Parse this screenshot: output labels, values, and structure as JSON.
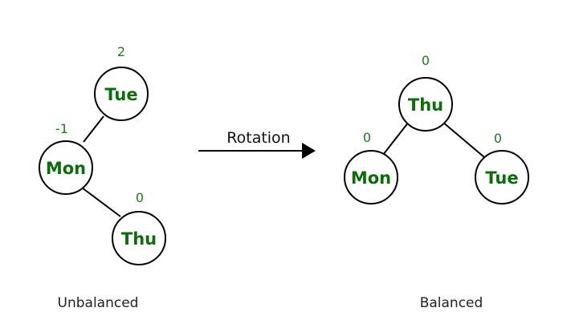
{
  "colors": {
    "node_label": "#0b6e0b",
    "balance_factor": "#1f7a1f",
    "line": "#000000",
    "background": "#ffffff"
  },
  "left_tree": {
    "caption": "Unbalanced",
    "nodes": {
      "tue": {
        "label": "Tue",
        "balance": "2"
      },
      "mon": {
        "label": "Mon",
        "balance": "-1"
      },
      "thu": {
        "label": "Thu",
        "balance": "0"
      }
    }
  },
  "arrow": {
    "label": "Rotation"
  },
  "right_tree": {
    "caption": "Balanced",
    "nodes": {
      "thu": {
        "label": "Thu",
        "balance": "0"
      },
      "mon": {
        "label": "Mon",
        "balance": "0"
      },
      "tue": {
        "label": "Tue",
        "balance": "0"
      }
    }
  }
}
